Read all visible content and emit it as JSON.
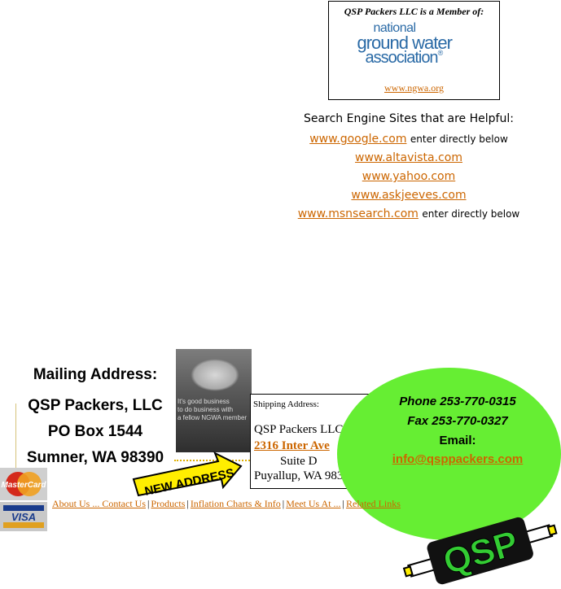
{
  "ngwa": {
    "caption": "QSP Packers LLC is a Member of:",
    "logo_line1": "national",
    "logo_line2": "ground water",
    "logo_line3": "association",
    "logo_reg": "®",
    "url": "www.ngwa.org"
  },
  "search": {
    "title": "Search Engine Sites that are Helpful:",
    "sites": [
      {
        "label": "www.google.com",
        "note": "enter directly below"
      },
      {
        "label": "www.altavista.com",
        "note": ""
      },
      {
        "label": "www.yahoo.com",
        "note": ""
      },
      {
        "label": "www.askjeeves.com",
        "note": ""
      },
      {
        "label": "www.msnsearch.com",
        "note": "enter directly below"
      }
    ]
  },
  "mailing": {
    "title": "Mailing Address:",
    "line1": "QSP Packers, LLC",
    "line2": "PO Box 1544",
    "line3": "Sumner, WA  98390"
  },
  "photo": {
    "text_lines": [
      "It's good business",
      "to do business with",
      "a fellow NGWA member"
    ]
  },
  "arrow": {
    "label": "NEW ADDRESS"
  },
  "shipping": {
    "label": "Shipping Address:",
    "name": "QSP Packers LLC",
    "street": "2316 Inter Ave",
    "suite": "Suite D",
    "city": "Puyallup, WA 98372"
  },
  "contact": {
    "phone": "Phone 253-770-0315",
    "fax": "Fax 253-770-0327",
    "email_label": "Email:",
    "email": "info@qsppackers.com"
  },
  "cards": {
    "mastercard": "MasterCard",
    "visa": "VISA"
  },
  "nav": {
    "items": [
      "About Us ... Contact Us",
      "Products",
      "Inflation Charts & Info",
      "Meet Us At ...",
      "Related Links"
    ],
    "separator": "|"
  },
  "qsp_logo": {
    "text": "QSP"
  },
  "colors": {
    "link": "#cc6600",
    "ellipse": "#66ee33",
    "ngwa_blue": "#2a6aa6",
    "arrow_fill": "#ffee00"
  }
}
